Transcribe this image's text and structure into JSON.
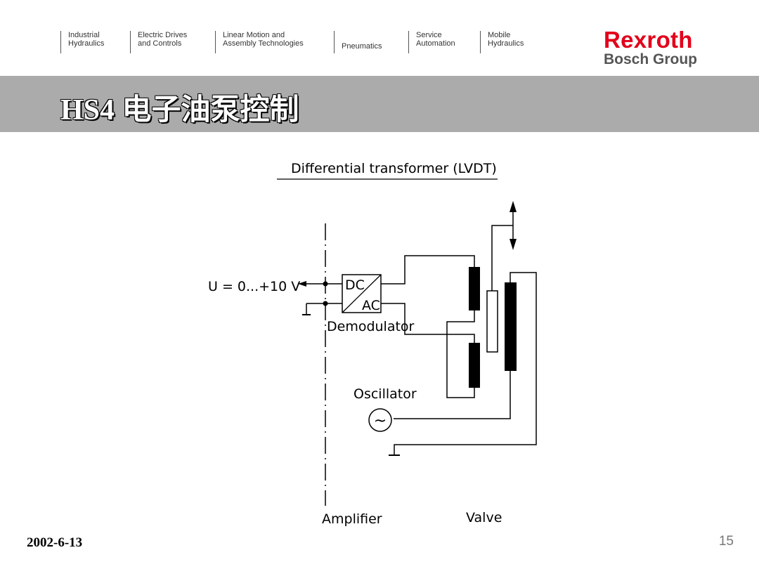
{
  "nav": [
    {
      "line1": "Industrial",
      "line2": "Hydraulics"
    },
    {
      "line1": "Electric Drives",
      "line2": "and Controls"
    },
    {
      "line1": "Linear Motion and",
      "line2": "Assembly Technologies"
    },
    {
      "line1": "Pneumatics",
      "line2": ""
    },
    {
      "line1": "Service",
      "line2": "Automation"
    },
    {
      "line1": "Mobile",
      "line2": "Hydraulics"
    }
  ],
  "brand": {
    "name": "Rexroth",
    "group": "Bosch Group",
    "accent": "#e2001a"
  },
  "slide": {
    "title": "HS4 电子油泵控制",
    "band_color": "#ababab"
  },
  "diagram": {
    "title": "Differential transformer (LVDT)",
    "voltage_label": "U = 0...+10 V",
    "dc_label": "DC",
    "ac_label": "AC",
    "demodulator_label": "Demodulator",
    "oscillator_label": "Oscillator",
    "oscillator_symbol": "~",
    "amplifier_label": "Amplifier",
    "valve_label": "Valve"
  },
  "footer": {
    "date": "2002-6-13",
    "page": "15"
  }
}
